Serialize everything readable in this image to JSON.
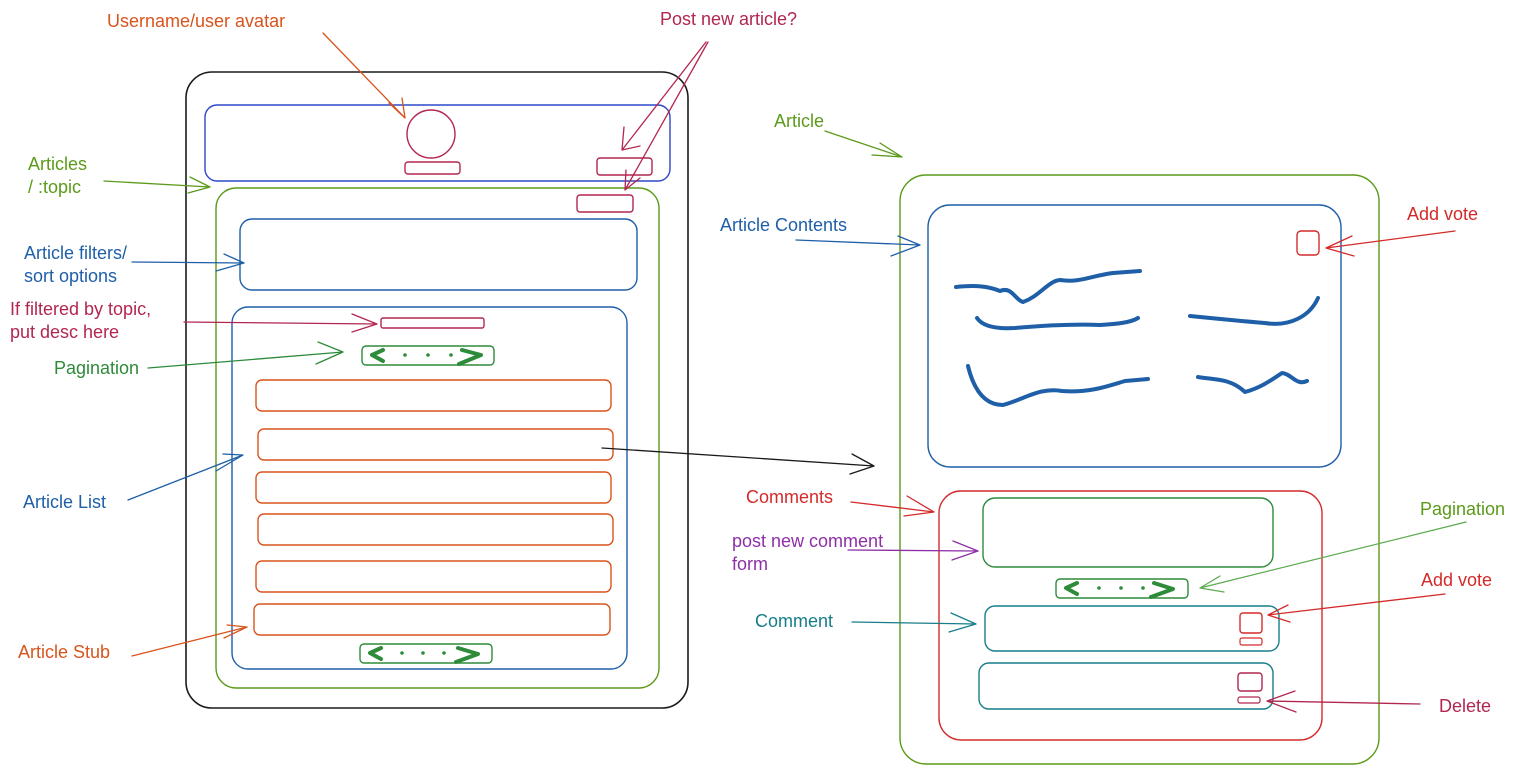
{
  "colors": {
    "black": "#1a1a1a",
    "blue": "#1f5fa8",
    "green": "#5c9a1a",
    "dark_green": "#2e8b3a",
    "orange": "#d9541c",
    "crimson": "#b2264f",
    "red": "#d42a2a",
    "purple": "#8e2fa8",
    "teal": "#177d8a"
  },
  "labels": {
    "username_avatar": "Username/user avatar",
    "post_new_article": "Post new article?",
    "articles_topic": "Articles\n/ :topic",
    "article_filters": "Article filters/\nsort options",
    "filtered_topic": "If filtered by topic,\nput desc here",
    "pagination_left": "Pagination",
    "article_list": "Article List",
    "article_stub": "Article Stub",
    "article": "Article",
    "article_contents": "Article Contents",
    "add_vote_top": "Add vote",
    "comments": "Comments",
    "post_comment_form": "post new comment\nform",
    "pagination_right": "Pagination",
    "add_vote_comment": "Add vote",
    "comment": "Comment",
    "delete": "Delete"
  },
  "pagination": {
    "prev_icon": "chevron-left-icon",
    "next_icon": "chevron-right-icon",
    "dots": "• • •"
  }
}
